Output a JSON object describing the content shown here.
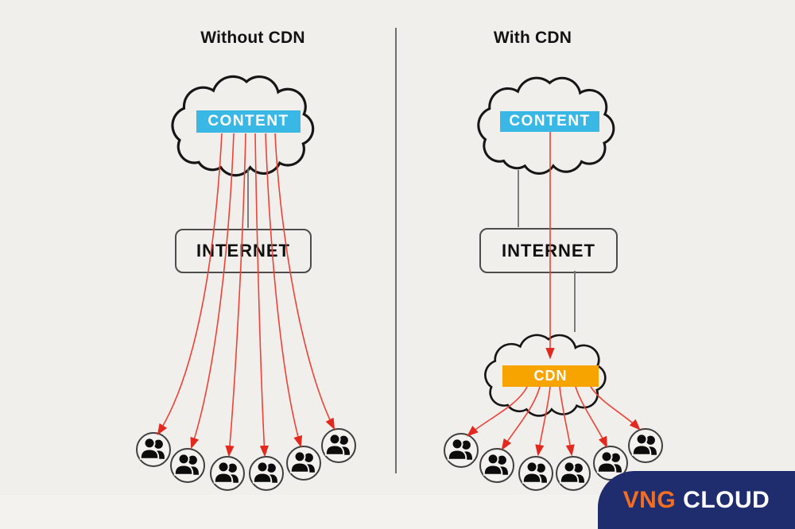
{
  "diagram": {
    "left": {
      "title": "Without CDN",
      "content_label": "CONTENT",
      "internet_label": "INTERNET",
      "user_groups": 6,
      "connections": "6 red arrows from content through internet to each user group"
    },
    "right": {
      "title": "With CDN",
      "content_label": "CONTENT",
      "internet_label": "INTERNET",
      "cdn_label": "CDN",
      "user_groups": 6,
      "connections": "1 red arrow from content through internet to CDN, 6 red arrows from CDN to user groups"
    }
  },
  "logo": {
    "brand": "VNG",
    "product": "CLOUD"
  },
  "palette": {
    "background": "#f0efeb",
    "content_box": "#39b7e5",
    "cdn_box": "#f7a400",
    "arrow_red": "#ef4136",
    "arrowhead_red": "#e3281e",
    "line_gray": "#6e6e6e",
    "cloud_outline": "#161616",
    "logo_background": "#1f2c6e",
    "logo_brand_orange": "#f26f21",
    "logo_text_white": "#ffffff"
  }
}
